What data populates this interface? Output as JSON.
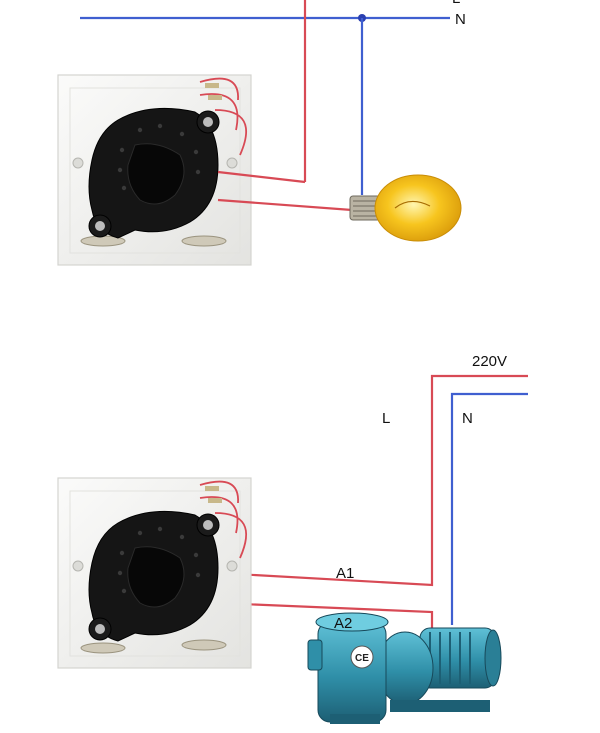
{
  "diagram": {
    "top": {
      "labels": {
        "live": "L",
        "neutral": "N"
      }
    },
    "bottom": {
      "labels": {
        "supply": "220V",
        "live": "L",
        "neutral": "N",
        "terminal_1": "A1",
        "terminal_2": "A2"
      },
      "pump_badge": "CE"
    },
    "colors": {
      "live_wire": "#d84a55",
      "neutral_wire": "#3f5fd0",
      "timer_body": "#151515",
      "faceplate": "#f1f1ef",
      "bulb": "#f7c51e",
      "pump": "#2f8fa8"
    }
  }
}
